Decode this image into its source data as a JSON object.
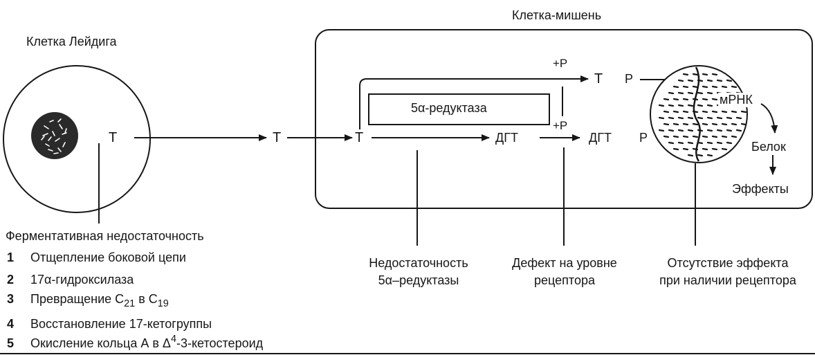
{
  "leydig_cell": {
    "title": "Клетка Лейдига",
    "t_label": "T"
  },
  "target_cell": {
    "title": "Клетка-мишень",
    "t_transport": "T",
    "t_inside": "T",
    "t_bound": "T",
    "enzyme_box": "5α-редуктаза",
    "dgt": "ДГТ",
    "dgt_bound": "ДГТ",
    "plus_p_top": "+P",
    "plus_p_bottom": "+P",
    "receptor_top": "P",
    "receptor_bottom": "P",
    "mrna": "мРНК",
    "protein": "Белок",
    "effects": "Эффекты"
  },
  "defects": {
    "enzyme_deficiency_title": "Ферментативная недостаточность",
    "enzyme_list": [
      {
        "num": "1",
        "text": "Отщепление боковой цепи"
      },
      {
        "num": "2",
        "text": "17α-гидроксилаза"
      },
      {
        "num": "3",
        "text_before": "Превращение С",
        "sub1": "21",
        "text_mid": " в С",
        "sub2": "19"
      },
      {
        "num": "4",
        "text": "Восстановление 17-кетогруппы"
      },
      {
        "num": "5",
        "text_before": "Окисление кольца А в Δ",
        "sup": "4",
        "text_after": "-3-кетостероид"
      }
    ],
    "reductase_line1": "Недостаточность",
    "reductase_line2": "5α–редуктазы",
    "receptor_line1": "Дефект на уровне",
    "receptor_line2": "рецептора",
    "effect_line1": "Отсутствие эффекта",
    "effect_line2": "при наличии рецептора"
  },
  "colors": {
    "ink": "#161616",
    "background": "#ffffff",
    "nucleus": "#2a2a2a"
  }
}
